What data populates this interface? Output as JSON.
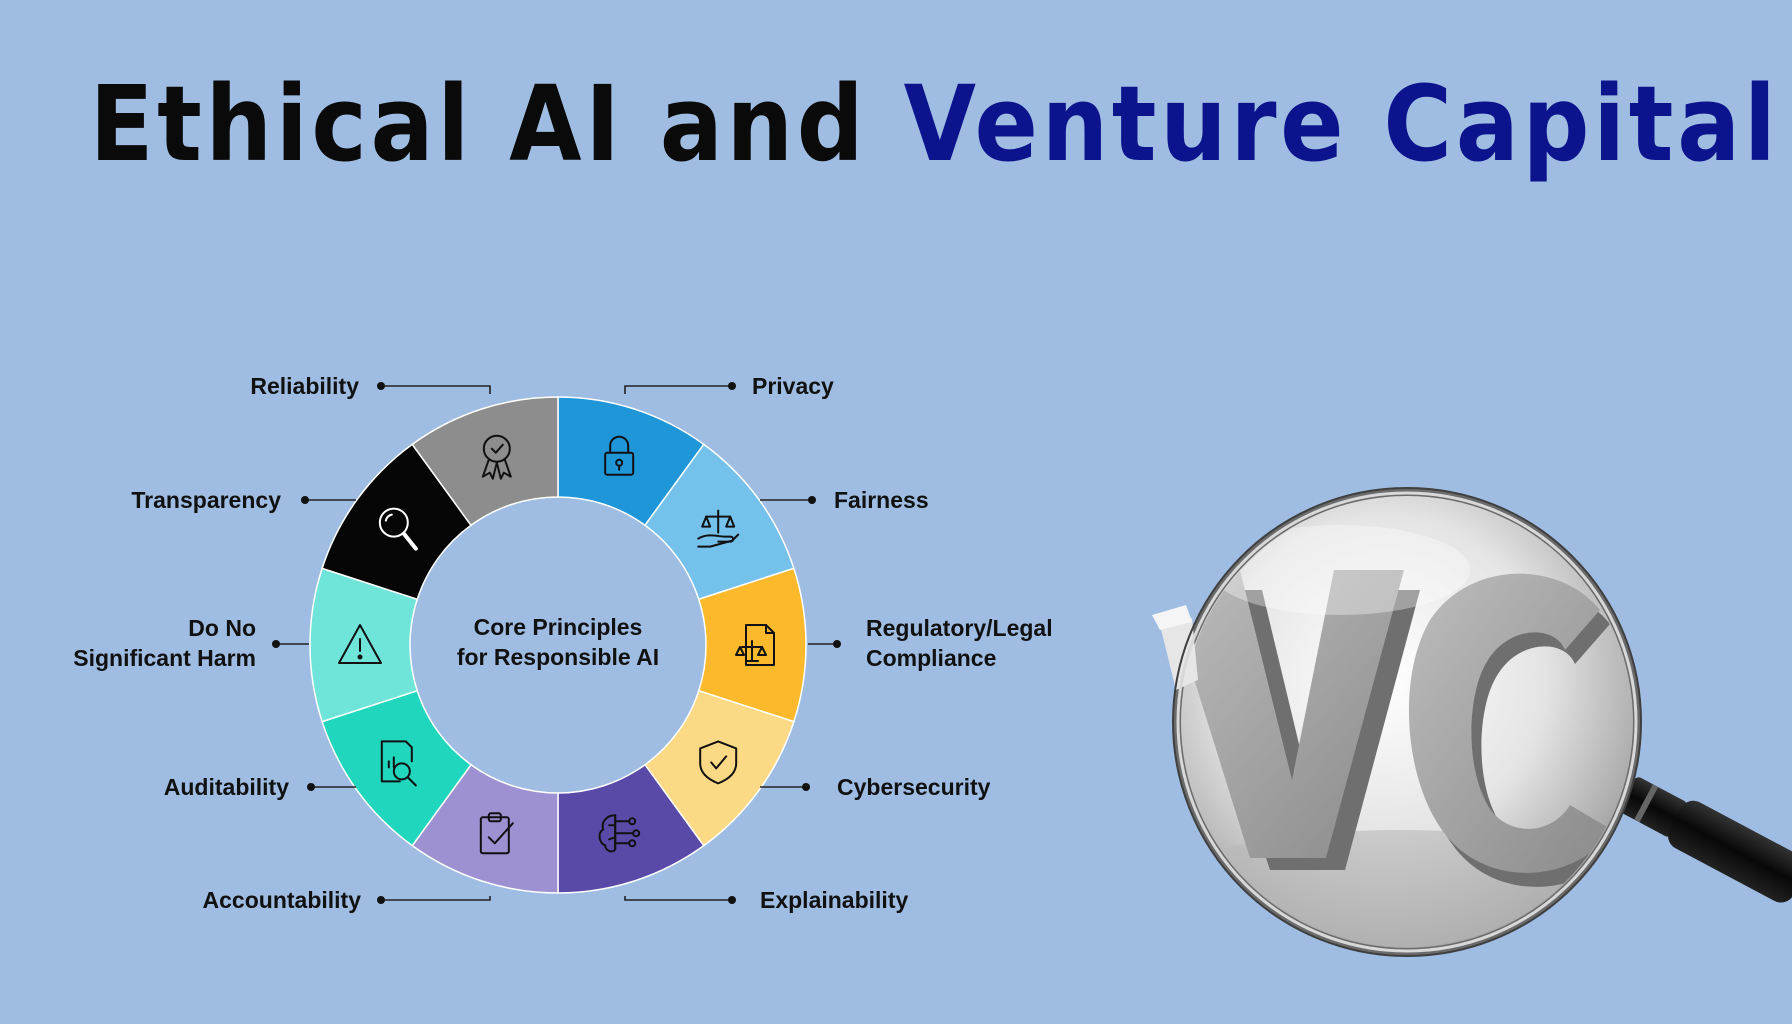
{
  "title": {
    "part1": "Ethical AI and",
    "part2": "Venture Capital"
  },
  "colors": {
    "background": "#9fbde2",
    "title_black": "#0a0a0a",
    "title_blue": "#0c148d"
  },
  "wheel": {
    "center_line1": "Core Principles",
    "center_line2": "for Responsible AI",
    "segments": [
      {
        "name": "Privacy",
        "color": "#1e96d8",
        "icon": "lock-icon"
      },
      {
        "name": "Fairness",
        "color": "#74c2ec",
        "icon": "scales-hand-icon"
      },
      {
        "name": "Regulatory/Legal Compliance",
        "line1": "Regulatory/Legal",
        "line2": "Compliance",
        "color": "#fbb92b",
        "icon": "legal-document-icon"
      },
      {
        "name": "Cybersecurity",
        "color": "#fcd984",
        "icon": "shield-check-icon"
      },
      {
        "name": "Explainability",
        "color": "#5a4aa8",
        "icon": "brain-circuit-icon"
      },
      {
        "name": "Accountability",
        "color": "#9d91d1",
        "icon": "clipboard-check-icon"
      },
      {
        "name": "Auditability",
        "color": "#20d6bd",
        "icon": "document-magnifier-icon"
      },
      {
        "name": "Do No Significant Harm",
        "line1": "Do No",
        "line2": "Significant Harm",
        "color": "#6fe5da",
        "icon": "warning-icon"
      },
      {
        "name": "Transparency",
        "color": "#050505",
        "icon": "magnifier-icon"
      },
      {
        "name": "Reliability",
        "color": "#8d8d8d",
        "icon": "award-badge-icon"
      }
    ]
  },
  "vc_graphic": {
    "text": "VC",
    "icon": "magnifying-glass-icon"
  }
}
